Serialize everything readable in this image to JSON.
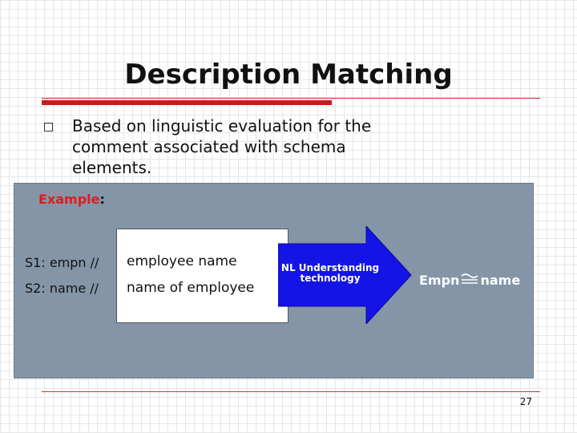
{
  "slide": {
    "title": "Description Matching",
    "bullet": "Based on linguistic evaluation for the comment associated with schema elements.",
    "page_number": "27"
  },
  "example": {
    "label": "Example",
    "colon": ":",
    "rows": [
      {
        "code": "S1: empn //",
        "description": "employee name"
      },
      {
        "code": "S2: name //",
        "description": "name of employee"
      }
    ],
    "arrow_label": "NL Understanding technology",
    "result_left": "Empn",
    "result_right": "name",
    "colors": {
      "panel": "#8495a8",
      "arrow": "#1414e6",
      "label": "#e21a1a"
    }
  }
}
